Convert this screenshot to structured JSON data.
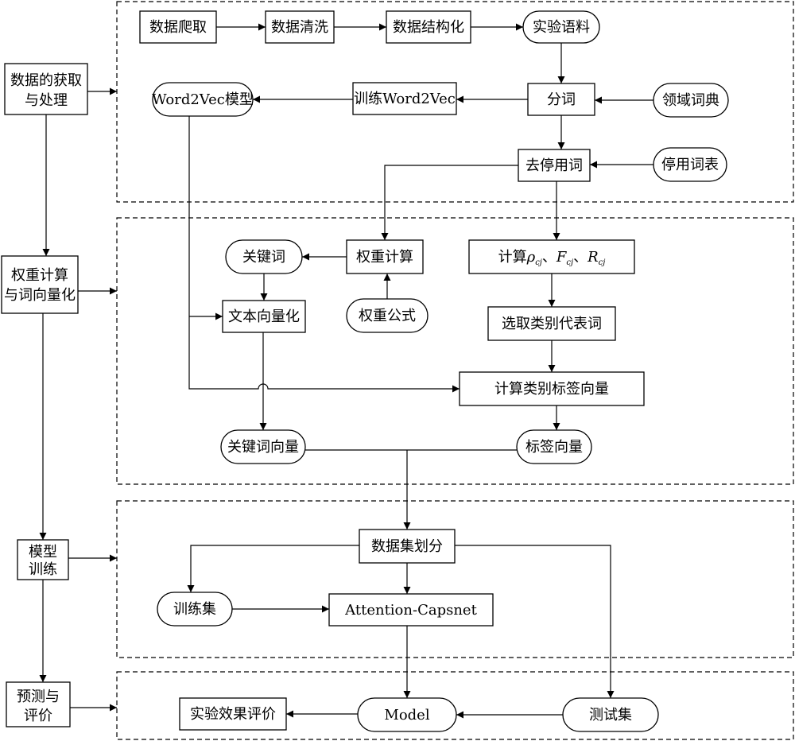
{
  "stages": {
    "acquisition": "数据的获取与处理",
    "weighting": "权重计算与词向量化",
    "training": "模型训练",
    "evaluation": "预测与评价"
  },
  "nodes": {
    "crawl": "数据爬取",
    "clean": "数据清洗",
    "structure": "数据结构化",
    "corpus": "实验语料",
    "segment": "分词",
    "domain_dict": "领域词典",
    "train_w2v": "训练Word2Vec",
    "w2v_model": "Word2Vec模型",
    "stopword_removal": "去停用词",
    "stopword_list": "停用词表",
    "keywords": "关键词",
    "weight_calc": "权重计算",
    "weight_formula": "权重公式",
    "text_vectorize": "文本向量化",
    "calc_prefix": "计算",
    "calc_rho": "ρ",
    "calc_f": "F",
    "calc_r": "R",
    "calc_sub": "cj",
    "calc_sep": "、",
    "select_words": "选取类别代表词",
    "label_vector_calc": "计算类别标签向量",
    "keyword_vector": "关键词向量",
    "label_vector": "标签向量",
    "split": "数据集划分",
    "train_set": "训练集",
    "attention_capsnet": "Attention-Capsnet",
    "test_set": "测试集",
    "model": "Model",
    "evaluation": "实验效果评价"
  }
}
